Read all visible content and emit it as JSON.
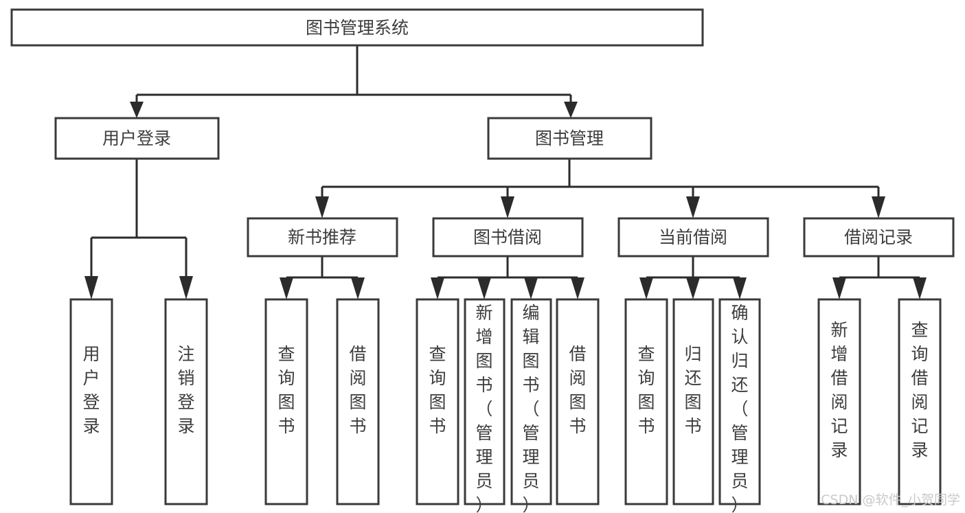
{
  "diagram": {
    "type": "tree-hierarchy",
    "title": "图书管理系统",
    "orientation": "top-down",
    "colors": {
      "box_stroke": "#3a3a3a",
      "connector": "#2b2b2b",
      "text": "#3d3d3d",
      "background": "#ffffff",
      "watermark": "#c9c9c9"
    },
    "root": {
      "label": "图书管理系统"
    },
    "level2": [
      {
        "id": "user-login",
        "label": "用户登录"
      },
      {
        "id": "book-manage",
        "label": "图书管理"
      }
    ],
    "level3": [
      {
        "id": "new-book-recommend",
        "label": "新书推荐",
        "parent": "book-manage"
      },
      {
        "id": "book-borrow",
        "label": "图书借阅",
        "parent": "book-manage"
      },
      {
        "id": "current-borrow",
        "label": "当前借阅",
        "parent": "book-manage"
      },
      {
        "id": "borrow-record",
        "label": "借阅记录",
        "parent": "book-manage"
      }
    ],
    "leaves": [
      {
        "id": "leaf-user-login",
        "label": "用户登录",
        "parent": "user-login"
      },
      {
        "id": "leaf-logout",
        "label": "注销登录",
        "parent": "user-login"
      },
      {
        "id": "leaf-query-book-1",
        "label": "查询图书",
        "parent": "new-book-recommend"
      },
      {
        "id": "leaf-borrow-book-1",
        "label": "借阅图书",
        "parent": "new-book-recommend"
      },
      {
        "id": "leaf-query-book-2",
        "label": "查询图书",
        "parent": "book-borrow"
      },
      {
        "id": "leaf-add-book",
        "label": "新增图书（管理员）",
        "parent": "book-borrow"
      },
      {
        "id": "leaf-edit-book",
        "label": "编辑图书（管理员）",
        "parent": "book-borrow"
      },
      {
        "id": "leaf-borrow-book-2",
        "label": "借阅图书",
        "parent": "book-borrow"
      },
      {
        "id": "leaf-query-book-3",
        "label": "查询图书",
        "parent": "current-borrow"
      },
      {
        "id": "leaf-return-book",
        "label": "归还图书",
        "parent": "current-borrow"
      },
      {
        "id": "leaf-confirm-return",
        "label": "确认归还（管理员）",
        "parent": "current-borrow"
      },
      {
        "id": "leaf-add-record",
        "label": "新增借阅记录",
        "parent": "borrow-record"
      },
      {
        "id": "leaf-query-record",
        "label": "查询借阅记录",
        "parent": "borrow-record"
      }
    ],
    "watermark": "CSDN @软件_小贺同学"
  }
}
